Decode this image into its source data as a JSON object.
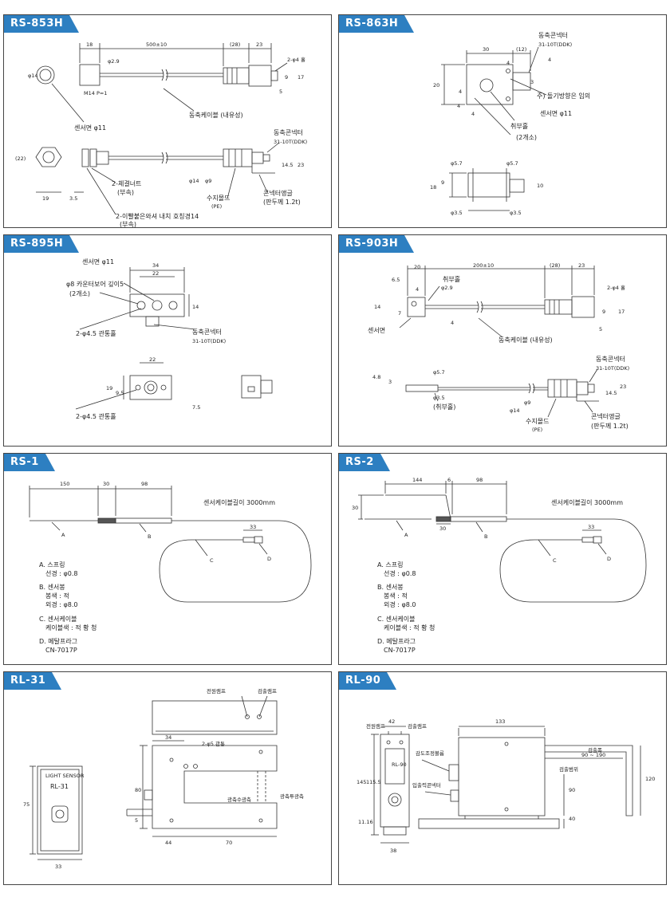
{
  "panels": {
    "rs853h": {
      "title": "RS-853H",
      "dims": [
        "18",
        "500±10",
        "(28)",
        "23",
        "2-φ4 홀",
        "φ14",
        "φ2.9",
        "9",
        "17",
        "M14  P=1",
        "5",
        "(22)",
        "19",
        "3.5",
        "φ14",
        "φ9",
        "14.5",
        "23"
      ],
      "labels": {
        "sensor_face": "센서면 φ11",
        "cable": "동축케이블 (내유성)",
        "connector": "동축콘넥터",
        "connector_model": "31-10T(DDK)",
        "nut": "2-체결너트",
        "nut_note": "(부속)",
        "mold": "수지몰드",
        "mold_note": "(PE)",
        "angle": "콘넥터앵글",
        "angle_note": "(판두께 1.2t)",
        "washer": "2-이빨붙은와셔 내치 호칭경14",
        "washer_note": "(부속)"
      }
    },
    "rs863h": {
      "title": "RS-863H",
      "dims": [
        "30",
        "(12)",
        "4",
        "4",
        "20",
        "4",
        "3",
        "4",
        "4",
        "φ5.7",
        "φ5.7",
        "18",
        "9",
        "10",
        "φ3.5",
        "φ3.5"
      ],
      "labels": {
        "connector": "동축콘넥터",
        "connector_model": "31-10T(DDK)",
        "protrusion": "주) 돌기방향은 임의",
        "sensor_face": "센서면 φ11",
        "mount_hole": "취부홀",
        "mount_hole_count": "(2개소)"
      }
    },
    "rs895h": {
      "title": "RS-895H",
      "dims": [
        "34",
        "22",
        "14",
        "22",
        "19",
        "9.5",
        "7.5"
      ],
      "labels": {
        "sensor_face": "센서면 φ11",
        "counterbore": "φ8 카운터보어 깊이5",
        "counterbore_count": "(2개소)",
        "through_hole": "2-φ4.5 관통홀",
        "connector": "동축콘넥터",
        "connector_model": "31-10T(DDK)",
        "through_hole_bottom": "2-φ4.5 관통홀"
      }
    },
    "rs903h": {
      "title": "RS-903H",
      "dims": [
        "20",
        "200±10",
        "(28)",
        "23",
        "6.5",
        "4",
        "φ2.9",
        "14",
        "7",
        "4",
        "2-φ4 홀",
        "9",
        "17",
        "5",
        "φ5.7",
        "4.8",
        "3",
        "φ3.5",
        "φ14",
        "φ9",
        "14.5",
        "23"
      ],
      "labels": {
        "mount_hole": "취부홀",
        "sensor_face": "센서면",
        "cable": "동축케이블 (내유성)",
        "connector": "동축콘넥터",
        "connector_model": "31-10T(DDK)",
        "mount_hole_bottom": "(취부홀)",
        "mold": "수지몰드",
        "mold_note": "(PE)",
        "angle": "콘넥터앵글",
        "angle_note": "(판두께 1.2t)"
      }
    },
    "rs1": {
      "title": "RS-1",
      "dims": [
        "150",
        "30",
        "98",
        "33"
      ],
      "cable_length": "센서케이블길이 3000mm",
      "letters": [
        "A",
        "B",
        "C",
        "D"
      ],
      "legend": [
        {
          "head": "A. 스프링",
          "lines": [
            "선경 : φ0.8"
          ]
        },
        {
          "head": "B. 센서봉",
          "lines": [
            "봉색 : 적",
            "외경 : φ8.0"
          ]
        },
        {
          "head": "C. 센서케이블",
          "lines": [
            "케이블색 : 적 황 청"
          ]
        },
        {
          "head": "D. 메탈프라그",
          "lines": [
            "CN-7017P"
          ]
        }
      ]
    },
    "rs2": {
      "title": "RS-2",
      "dims": [
        "144",
        "6",
        "98",
        "30",
        "30",
        "33"
      ],
      "cable_length": "센서케이블길이 3000mm",
      "letters": [
        "A",
        "B",
        "C",
        "D"
      ],
      "legend": [
        {
          "head": "A. 스프링",
          "lines": [
            "선경 : φ0.8"
          ]
        },
        {
          "head": "B. 센서봉",
          "lines": [
            "봉색 : 적",
            "외경 : φ8.0"
          ]
        },
        {
          "head": "C. 센서케이블",
          "lines": [
            "케이블색 : 적 황 청"
          ]
        },
        {
          "head": "D. 메탈프라그",
          "lines": [
            "CN-7017P"
          ]
        }
      ]
    },
    "rl31": {
      "title": "RL-31",
      "dims": [
        "34",
        "2-φ5 관통",
        "80",
        "5",
        "44",
        "70",
        "75",
        "33"
      ],
      "labels": {
        "power_lamp": "전원램프",
        "detect_lamp": "검출램프",
        "receiver": "광축수광측",
        "emitter": "광축투광측",
        "front_text": "LIGHT SENSOR",
        "front_model": "RL-31"
      }
    },
    "rl90": {
      "title": "RL-90",
      "dims": [
        "42",
        "133",
        "145",
        "115.5",
        "11.16",
        "38",
        "90",
        "40",
        "120"
      ],
      "labels": {
        "power_lamp": "전원램프",
        "detect_lamp": "검출램프",
        "sensitivity": "감도조정볼륨",
        "io_connector": "입출력콘넥터",
        "detect_width": "검출폭",
        "detect_range": "90 ~ 190",
        "detect_scope": "검출범위",
        "front_model": "RL-90"
      }
    }
  }
}
